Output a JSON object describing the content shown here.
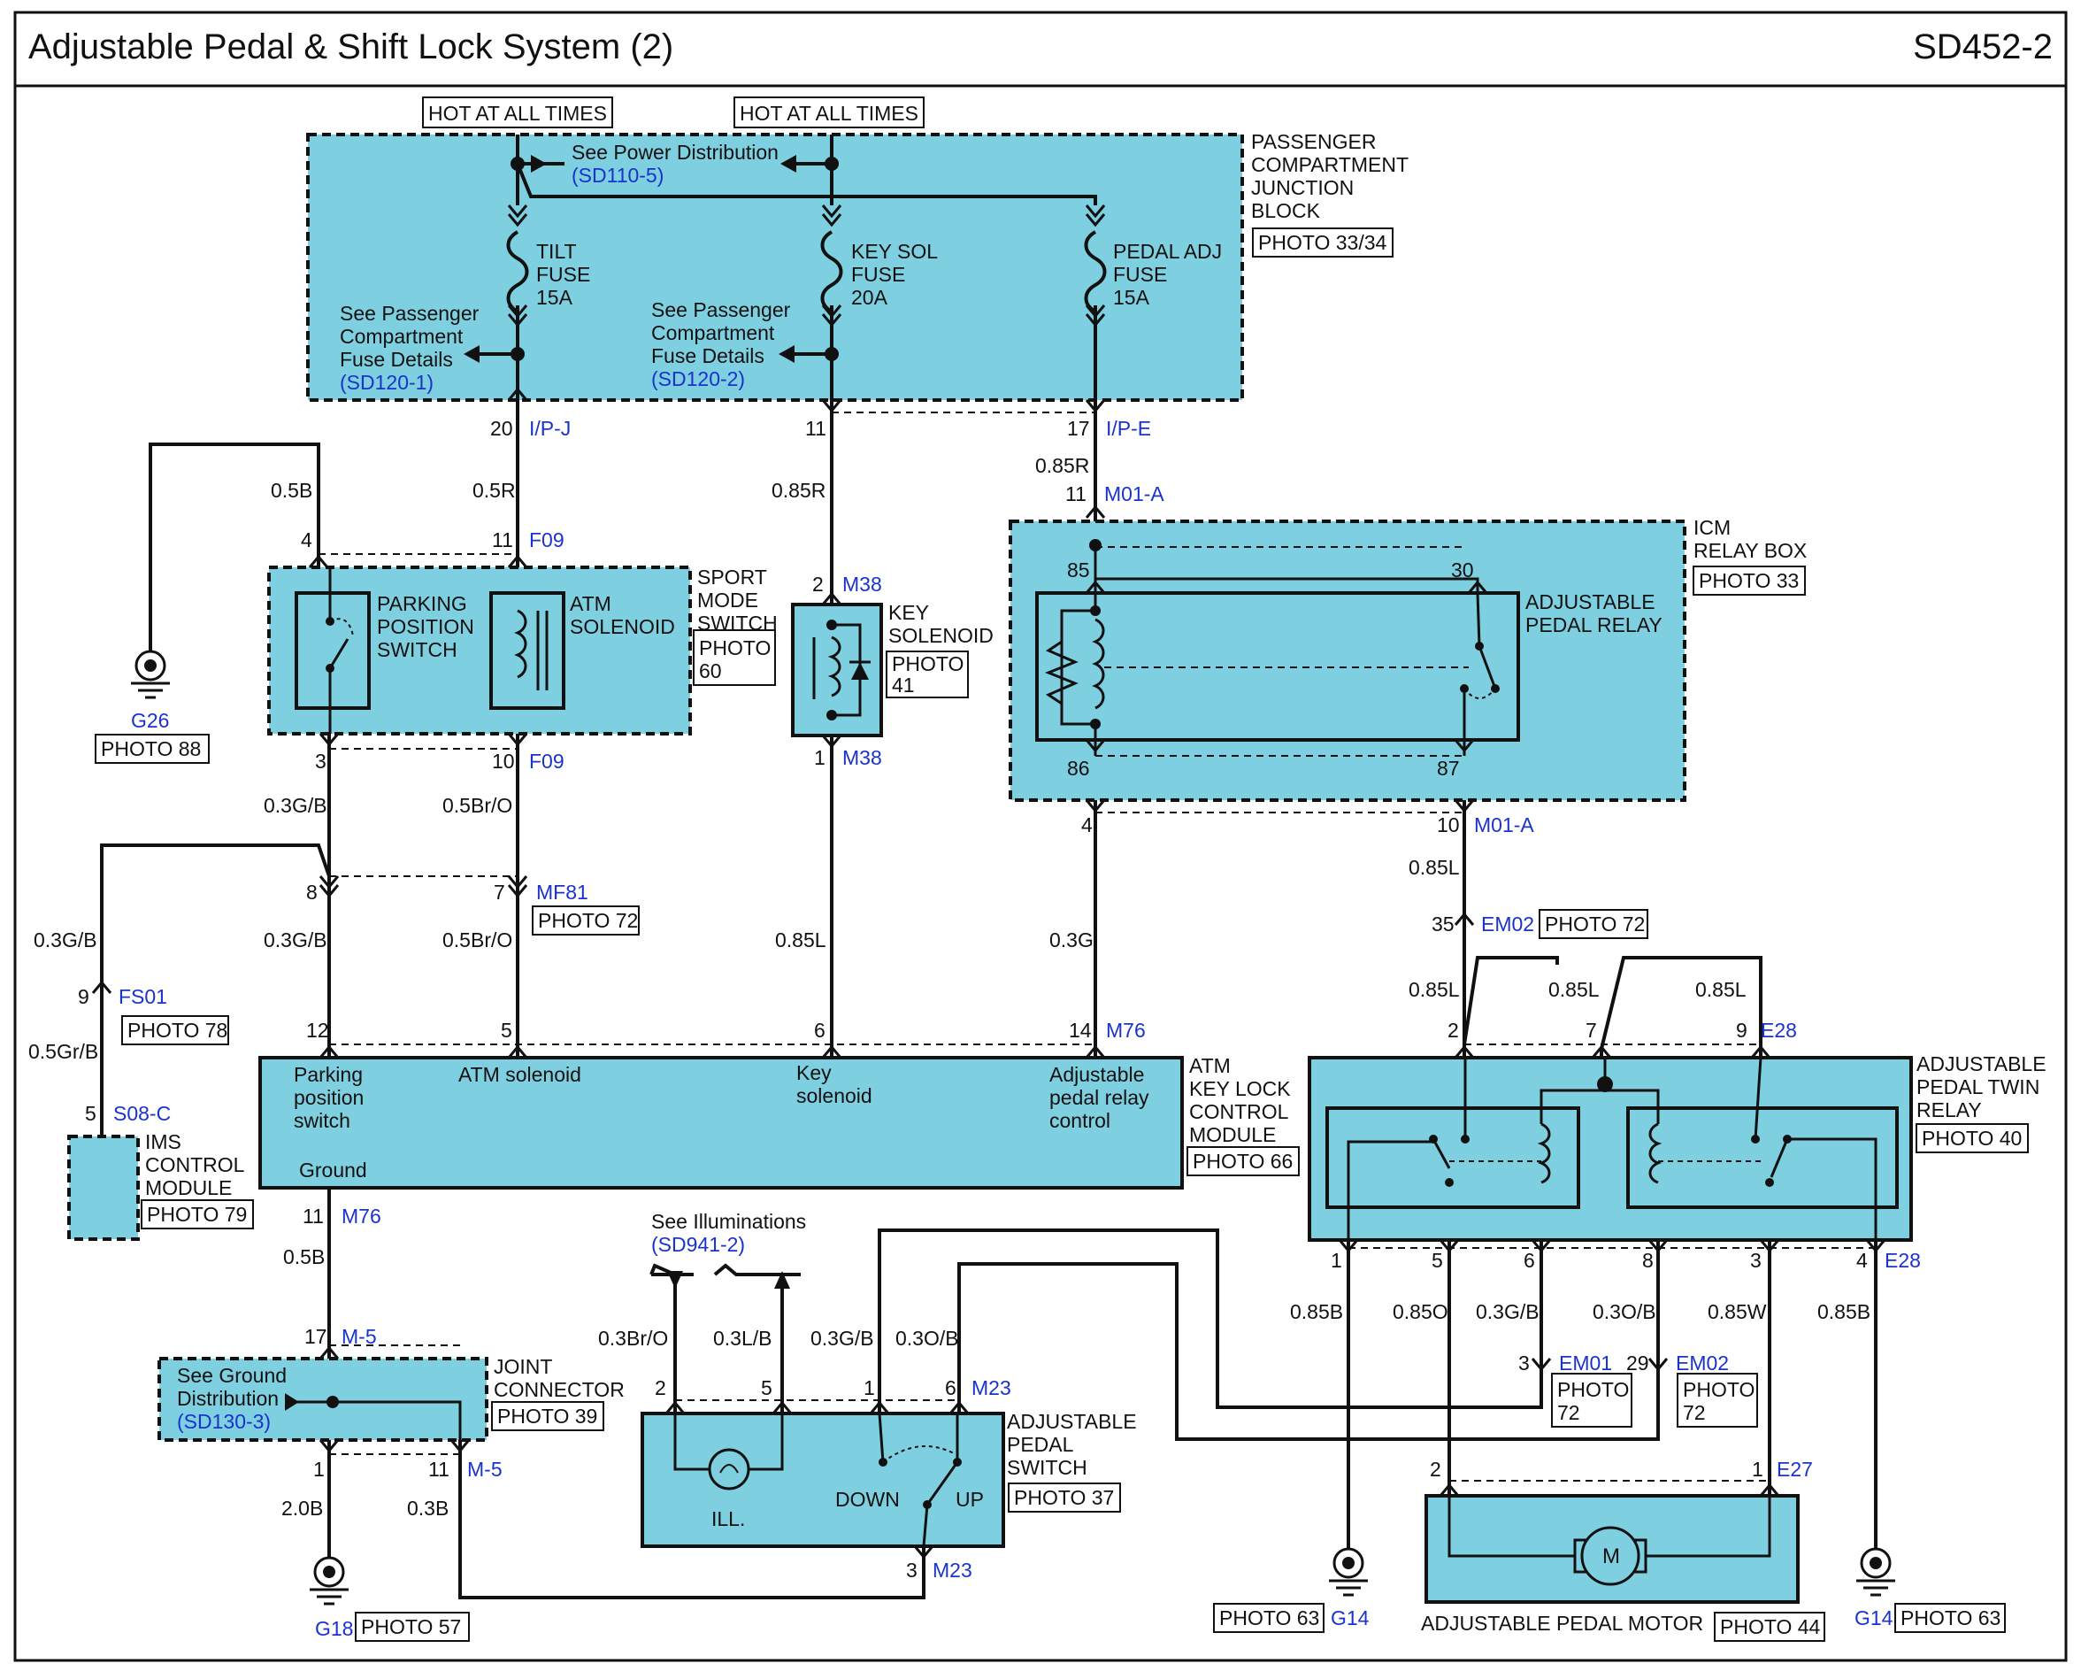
{
  "header": {
    "title": "Adjustable Pedal & Shift Lock System (2)",
    "page_code": "SD452-2"
  },
  "hot_labels": [
    "HOT AT ALL TIMES",
    "HOT AT ALL TIMES"
  ],
  "junction_block": {
    "name": [
      "PASSENGER",
      "COMPARTMENT",
      "JUNCTION",
      "BLOCK"
    ],
    "photo": "PHOTO 33/34",
    "see_power": "See Power Distribution",
    "see_power_ref": "(SD110-5)",
    "see_fuse_lines": [
      "See Passenger",
      "Compartment",
      "Fuse Details"
    ],
    "fuse_ref_1": "(SD120-1)",
    "fuse_ref_2": "(SD120-2)",
    "fuses": [
      [
        "TILT",
        "FUSE",
        "15A"
      ],
      [
        "KEY SOL",
        "FUSE",
        "20A"
      ],
      [
        "PEDAL ADJ",
        "FUSE",
        "15A"
      ]
    ]
  },
  "connectors": {
    "ip_j": "I/P-J",
    "ip_e": "I/P-E",
    "m01a": "M01-A",
    "f09": "F09",
    "m38": "M38",
    "mf81": "MF81",
    "fs01": "FS01",
    "s08c": "S08-C",
    "m76": "M76",
    "m5": "M-5",
    "em02": "EM02",
    "em01": "EM01",
    "e28": "E28",
    "e27": "E27",
    "m23": "M23"
  },
  "wires": {
    "b05": "0.5B",
    "r05": "0.5R",
    "r085": "0.85R",
    "gb03": "0.3G/B",
    "bro05": "0.5Br/O",
    "l085": "0.85L",
    "g03": "0.3G",
    "grb05": "0.5Gr/B",
    "b20": "2.0B",
    "b03": "0.3B",
    "bro03": "0.3Br/O",
    "lb03": "0.3L/B",
    "ob03": "0.3O/B",
    "b085": "0.85B",
    "o085": "0.85O",
    "w085": "0.85W"
  },
  "pins": {
    "p20": "20",
    "p11": "11",
    "p17": "17",
    "p4": "4",
    "p2": "2",
    "p1": "1",
    "p3": "3",
    "p10": "10",
    "p85": "85",
    "p30": "30",
    "p86": "86",
    "p87": "87",
    "p8": "8",
    "p7": "7",
    "p35": "35",
    "p9": "9",
    "p12": "12",
    "p5": "5",
    "p6": "6",
    "p14": "14",
    "p29": "29"
  },
  "sport_mode_switch": {
    "name": [
      "SPORT",
      "MODE",
      "SWITCH"
    ],
    "photo": [
      "PHOTO",
      "60"
    ],
    "parking_switch": [
      "PARKING",
      "POSITION",
      "SWITCH"
    ],
    "atm_solenoid": [
      "ATM",
      "SOLENOID"
    ]
  },
  "key_solenoid": {
    "name": [
      "KEY",
      "SOLENOID"
    ],
    "photo": [
      "PHOTO",
      "41"
    ]
  },
  "icm_relay_box": {
    "name": [
      "ICM",
      "RELAY BOX"
    ],
    "photo": "PHOTO 33",
    "relay": [
      "ADJUSTABLE",
      "PEDAL RELAY"
    ]
  },
  "grounds": {
    "g26": "G26",
    "g26_photo": "PHOTO 88",
    "g18": "G18",
    "g18_photo": "PHOTO 57",
    "g14": "G14",
    "g14_photo_left": "PHOTO 63",
    "g14_photo_right": "PHOTO 63"
  },
  "photos": {
    "mf81": "PHOTO 72",
    "fs01": "PHOTO 78",
    "em02": "PHOTO 72",
    "em01": [
      "PHOTO",
      "72"
    ],
    "em02b": [
      "PHOTO",
      "72"
    ]
  },
  "atm_module": {
    "name": [
      "ATM",
      "KEY LOCK",
      "CONTROL",
      "MODULE"
    ],
    "photo": "PHOTO 66",
    "labels": [
      [
        "Parking",
        "position",
        "switch"
      ],
      [
        "ATM solenoid"
      ],
      [
        "Key",
        "solenoid"
      ],
      [
        "Adjustable",
        "pedal relay",
        "control"
      ]
    ],
    "ground": "Ground"
  },
  "ims_module": {
    "name": [
      "IMS",
      "CONTROL",
      "MODULE"
    ],
    "photo": "PHOTO 79"
  },
  "joint_connector": {
    "name": [
      "JOINT",
      "CONNECTOR"
    ],
    "photo": "PHOTO 39",
    "see_ground": [
      "See Ground",
      "Distribution"
    ],
    "ref": "(SD130-3)"
  },
  "illuminations": {
    "label": "See Illuminations",
    "ref": "(SD941-2)"
  },
  "pedal_switch": {
    "name": [
      "ADJUSTABLE",
      "PEDAL",
      "SWITCH"
    ],
    "photo": "PHOTO 37",
    "ill": "ILL.",
    "down": "DOWN",
    "up": "UP"
  },
  "twin_relay": {
    "name": [
      "ADJUSTABLE",
      "PEDAL TWIN",
      "RELAY"
    ],
    "photo": "PHOTO 40"
  },
  "pedal_motor": {
    "name": "ADJUSTABLE PEDAL MOTOR",
    "photo": "PHOTO 44",
    "m": "M"
  }
}
